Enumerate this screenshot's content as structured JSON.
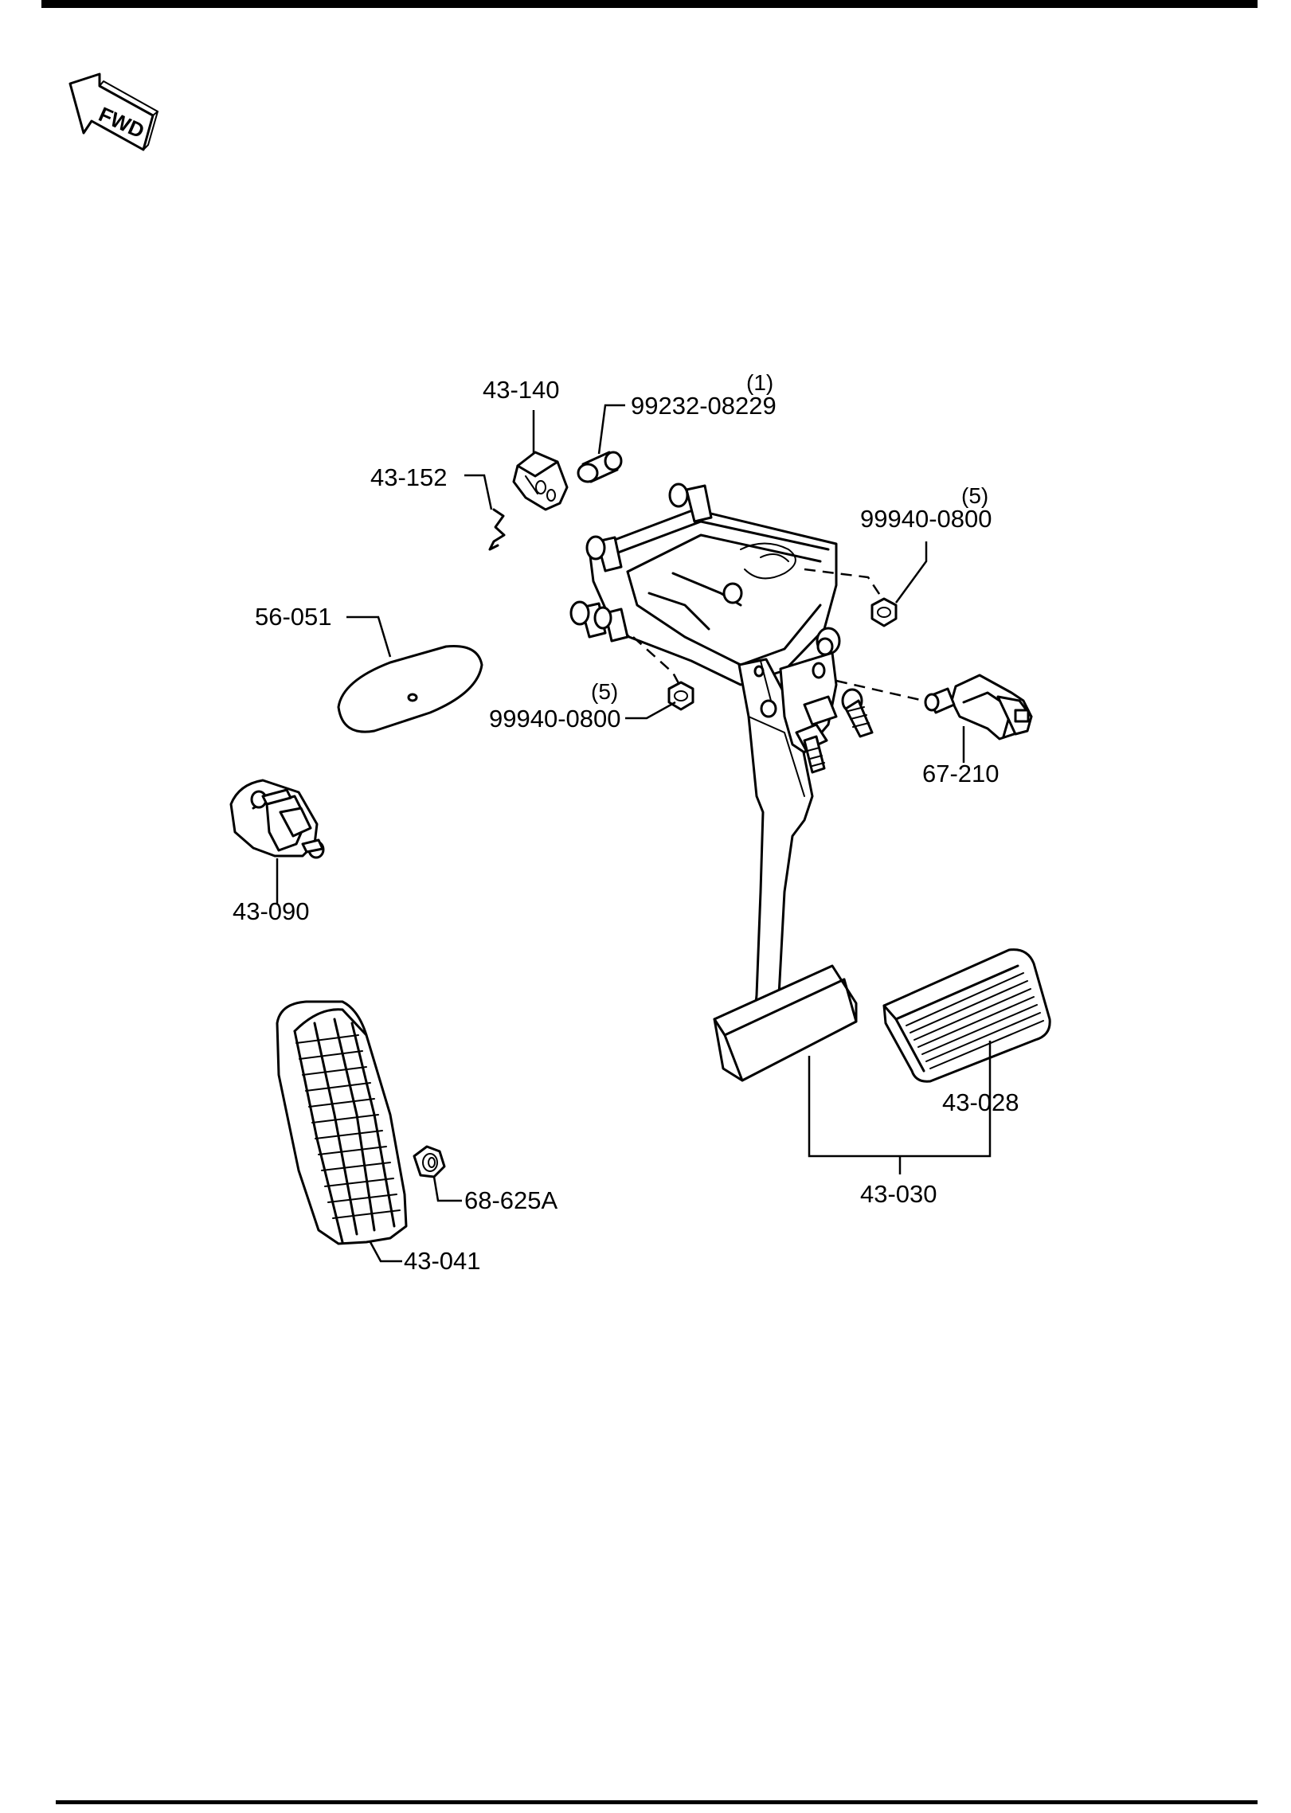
{
  "orientation": {
    "fwd_label": "FWD",
    "icon": "fwd-arrow-icon"
  },
  "callouts": {
    "c43140": {
      "part_no": "43-140"
    },
    "c99232": {
      "part_no": "99232-08229",
      "qty": "(1)"
    },
    "c43152": {
      "part_no": "43-152"
    },
    "c99940a": {
      "part_no": "99940-0800",
      "qty": "(5)"
    },
    "c56051": {
      "part_no": "56-051"
    },
    "c99940b": {
      "part_no": "99940-0800",
      "qty": "(5)"
    },
    "c67210": {
      "part_no": "67-210"
    },
    "c43090": {
      "part_no": "43-090"
    },
    "c43028": {
      "part_no": "43-028"
    },
    "c43030": {
      "part_no": "43-030"
    },
    "c68625": {
      "part_no": "68-625A"
    },
    "c43041": {
      "part_no": "43-041"
    }
  }
}
